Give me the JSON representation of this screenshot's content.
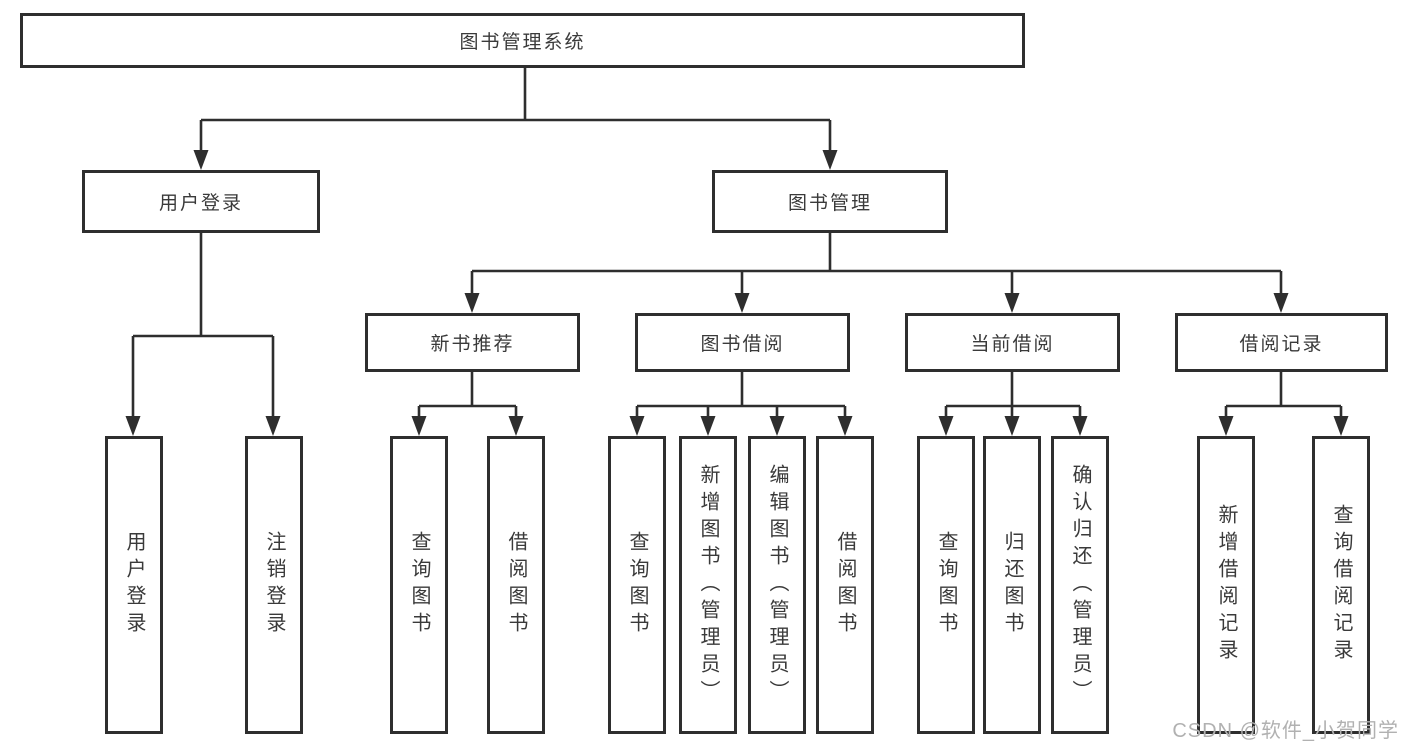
{
  "diagram": {
    "root": "图书管理系统",
    "level2": {
      "user_login": "用户登录",
      "book_management": "图书管理"
    },
    "level3": {
      "new_book_recommend": "新书推荐",
      "book_borrow": "图书借阅",
      "current_borrow": "当前借阅",
      "borrow_records": "借阅记录"
    },
    "leaves": {
      "user_login": [
        "用户登录",
        "注销登录"
      ],
      "new_book_recommend": [
        "查询图书",
        "借阅图书"
      ],
      "book_borrow": [
        "查询图书",
        "新增图书（管理员）",
        "编辑图书（管理员）",
        "借阅图书"
      ],
      "current_borrow": [
        "查询图书",
        "归还图书",
        "确认归还（管理员）"
      ],
      "borrow_records": [
        "新增借阅记录",
        "查询借阅记录"
      ]
    }
  },
  "watermark": "CSDN @软件_小贺同学",
  "colors": {
    "line": "#2e2e2e",
    "text": "#3a3a3a",
    "watermark": "#b1b1b1",
    "background": "#ffffff"
  }
}
